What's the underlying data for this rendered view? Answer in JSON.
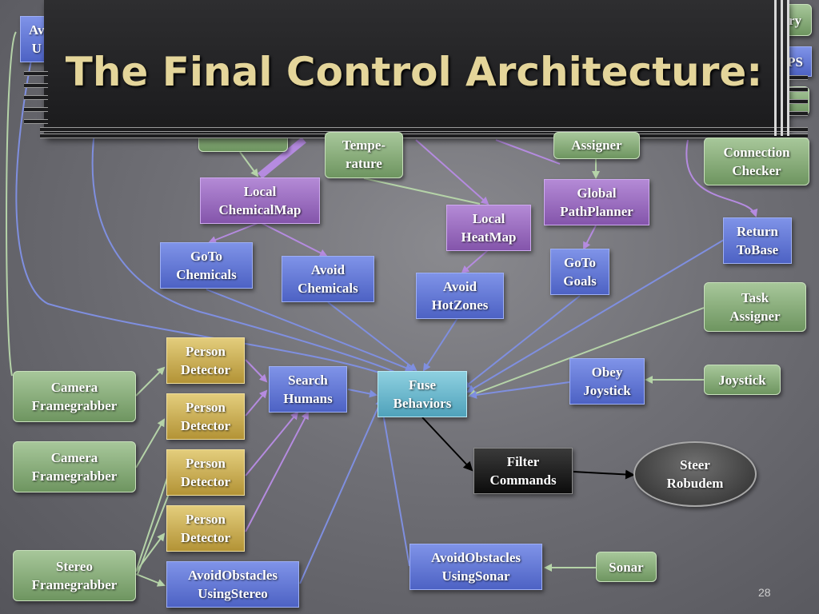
{
  "slide": {
    "title": "The Final Control Architecture:",
    "page_number": "28"
  },
  "colors": {
    "blue_box": "#5f73d2",
    "purple_box": "#9a6bc2",
    "green_box": "#89ad7b",
    "yellow_box": "#cbb055",
    "cyan_box": "#6cb9cf",
    "black_box": "#1e1e1e",
    "title_text": "#e4d59a",
    "blue_arrow": "#7f8fe0",
    "purple_arrow": "#b58be0",
    "green_arrow": "#b5d3a8",
    "black_arrow": "#000000"
  },
  "nodes": {
    "partial_top_left": "Av\nU",
    "partial_top_right_1": "ry",
    "partial_top_right_2": "PS",
    "tempe_rature": "Tempe-\nrature",
    "assigner_top": "Assigner",
    "connection_checker": "Connection\nChecker",
    "local_chemicalmap": "Local\nChemicalMap",
    "global_pathplanner": "Global\nPathPlanner",
    "local_heatmap": "Local\nHeatMap",
    "return_tobase": "Return\nToBase",
    "goto_chemicals": "GoTo\nChemicals",
    "avoid_chemicals": "Avoid\nChemicals",
    "avoid_hotzones": "Avoid\nHotZones",
    "goto_goals": "GoTo\nGoals",
    "task_assigner": "Task\nAssigner",
    "person_detector_1": "Person\nDetector",
    "person_detector_2": "Person\nDetector",
    "person_detector_3": "Person\nDetector",
    "person_detector_4": "Person\nDetector",
    "camera_framegrabber_1": "Camera\nFramegrabber",
    "camera_framegrabber_2": "Camera\nFramegrabber",
    "stereo_framegrabber": "Stereo\nFramegrabber",
    "search_humans": "Search\nHumans",
    "fuse_behaviors": "Fuse\nBehaviors",
    "obey_joystick": "Obey\nJoystick",
    "joystick": "Joystick",
    "filter_commands": "Filter\nCommands",
    "steer_robudem": "Steer\nRobudem",
    "avoidobstacles_usingsonar": "AvoidObstacles\nUsingSonar",
    "sonar": "Sonar",
    "avoidobstacles_usingstereo": "AvoidObstacles\nUsingStereo"
  }
}
